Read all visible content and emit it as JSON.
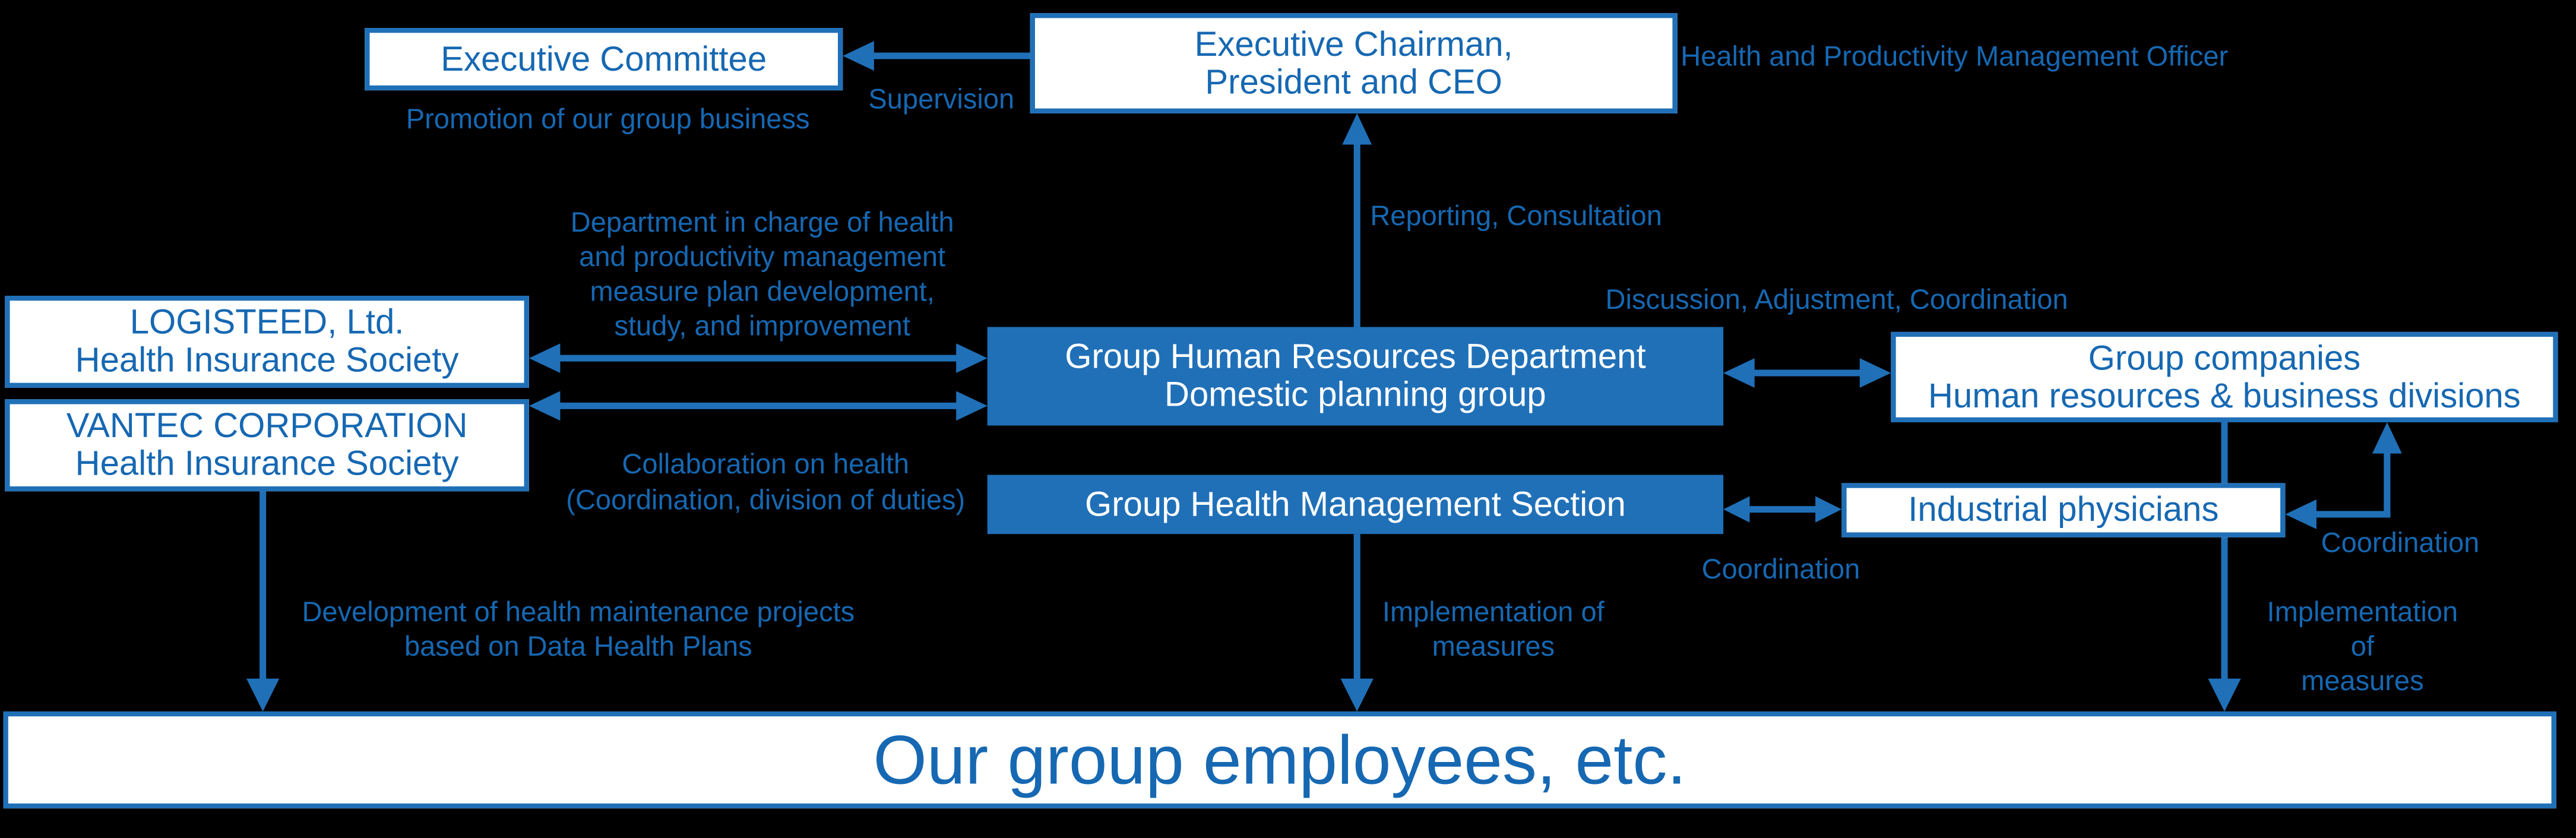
{
  "colors": {
    "accent_blue": "#2070B8",
    "text_blue": "#1668B2",
    "box_background": "#FFFFFF",
    "page_background": "#000000"
  },
  "boxes": {
    "exec_committee": {
      "label": "Executive Committee"
    },
    "exec_chairman": {
      "label": "Executive Chairman,\nPresident and CEO"
    },
    "logisteed": {
      "label": "LOGISTEED, Ltd.\nHealth Insurance Society"
    },
    "vantec": {
      "label": "VANTEC CORPORATION\nHealth Insurance Society"
    },
    "group_hr_dept": {
      "label": "Group Human Resources Department\nDomestic planning group"
    },
    "group_health_mgmt": {
      "label": "Group Health Management Section"
    },
    "group_companies": {
      "label": "Group companies\nHuman resources & business divisions"
    },
    "industrial_physicians": {
      "label": "Industrial physicians"
    },
    "employees": {
      "label": "Our group employees, etc."
    }
  },
  "labels": {
    "officer": "Health and Productivity Management Officer",
    "supervision": "Supervision",
    "promotion": "Promotion of our group business",
    "reporting": "Reporting, Consultation",
    "discussion": "Discussion, Adjustment, Coordination",
    "dept_in_charge": "Department in charge of health\nand productivity management\nmeasure plan development,\nstudy, and improvement",
    "collaboration": "Collaboration on health\n(Coordination, division of duties)",
    "coordination_physicians": "Coordination",
    "coordination_companies": "Coordination",
    "implementation_center": "Implementation of\nmeasures",
    "implementation_right": "Implementation of\nmeasures",
    "development": "Development of health maintenance projects\nbased on Data Health Plans"
  }
}
